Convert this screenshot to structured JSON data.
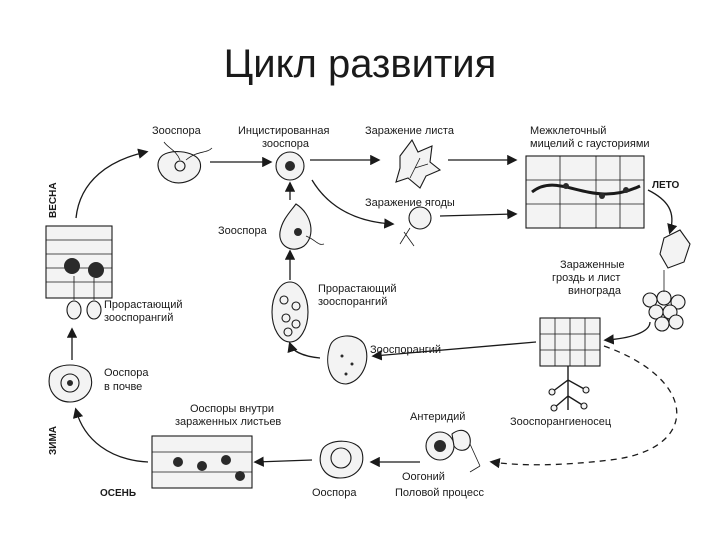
{
  "title": "Цикл развития",
  "seasons": {
    "spring": "ВЕСНА",
    "summer": "ЛЕТО",
    "winter": "ЗИМА",
    "autumn": "ОСЕНЬ"
  },
  "labels": {
    "zoospore_top": "Зооспора",
    "encysted_line1": "Инцистированная",
    "encysted_line2": "зооспора",
    "leaf_infection": "Заражение листа",
    "intercellular_line1": "Межклеточный",
    "intercellular_line2": "мицелий с гаусториями",
    "berry_infection": "Заражение ягоды",
    "zoospore_mid": "Зооспора",
    "infected_line1": "Зараженные",
    "infected_line2": "гроздь и лист",
    "infected_line3": "винограда",
    "germinating_right_line1": "Прорастающий",
    "germinating_right_line2": "зооспорангий",
    "germinating_left_line1": "Прорастающий",
    "germinating_left_line2": "зооспорангий",
    "zoosporangium": "Зооспорангий",
    "oospore_soil_line1": "Ооспора",
    "oospore_soil_line2": "в почве",
    "zoosporangiophore": "Зооспорангиеносец",
    "oospores_inside_line1": "Ооспоры внутри",
    "oospores_inside_line2": "зараженных листьев",
    "antheridium": "Антеридий",
    "oogonium": "Оогоний",
    "oospore_bottom": "Ооспора",
    "sexual_process": "Половой процесс"
  }
}
